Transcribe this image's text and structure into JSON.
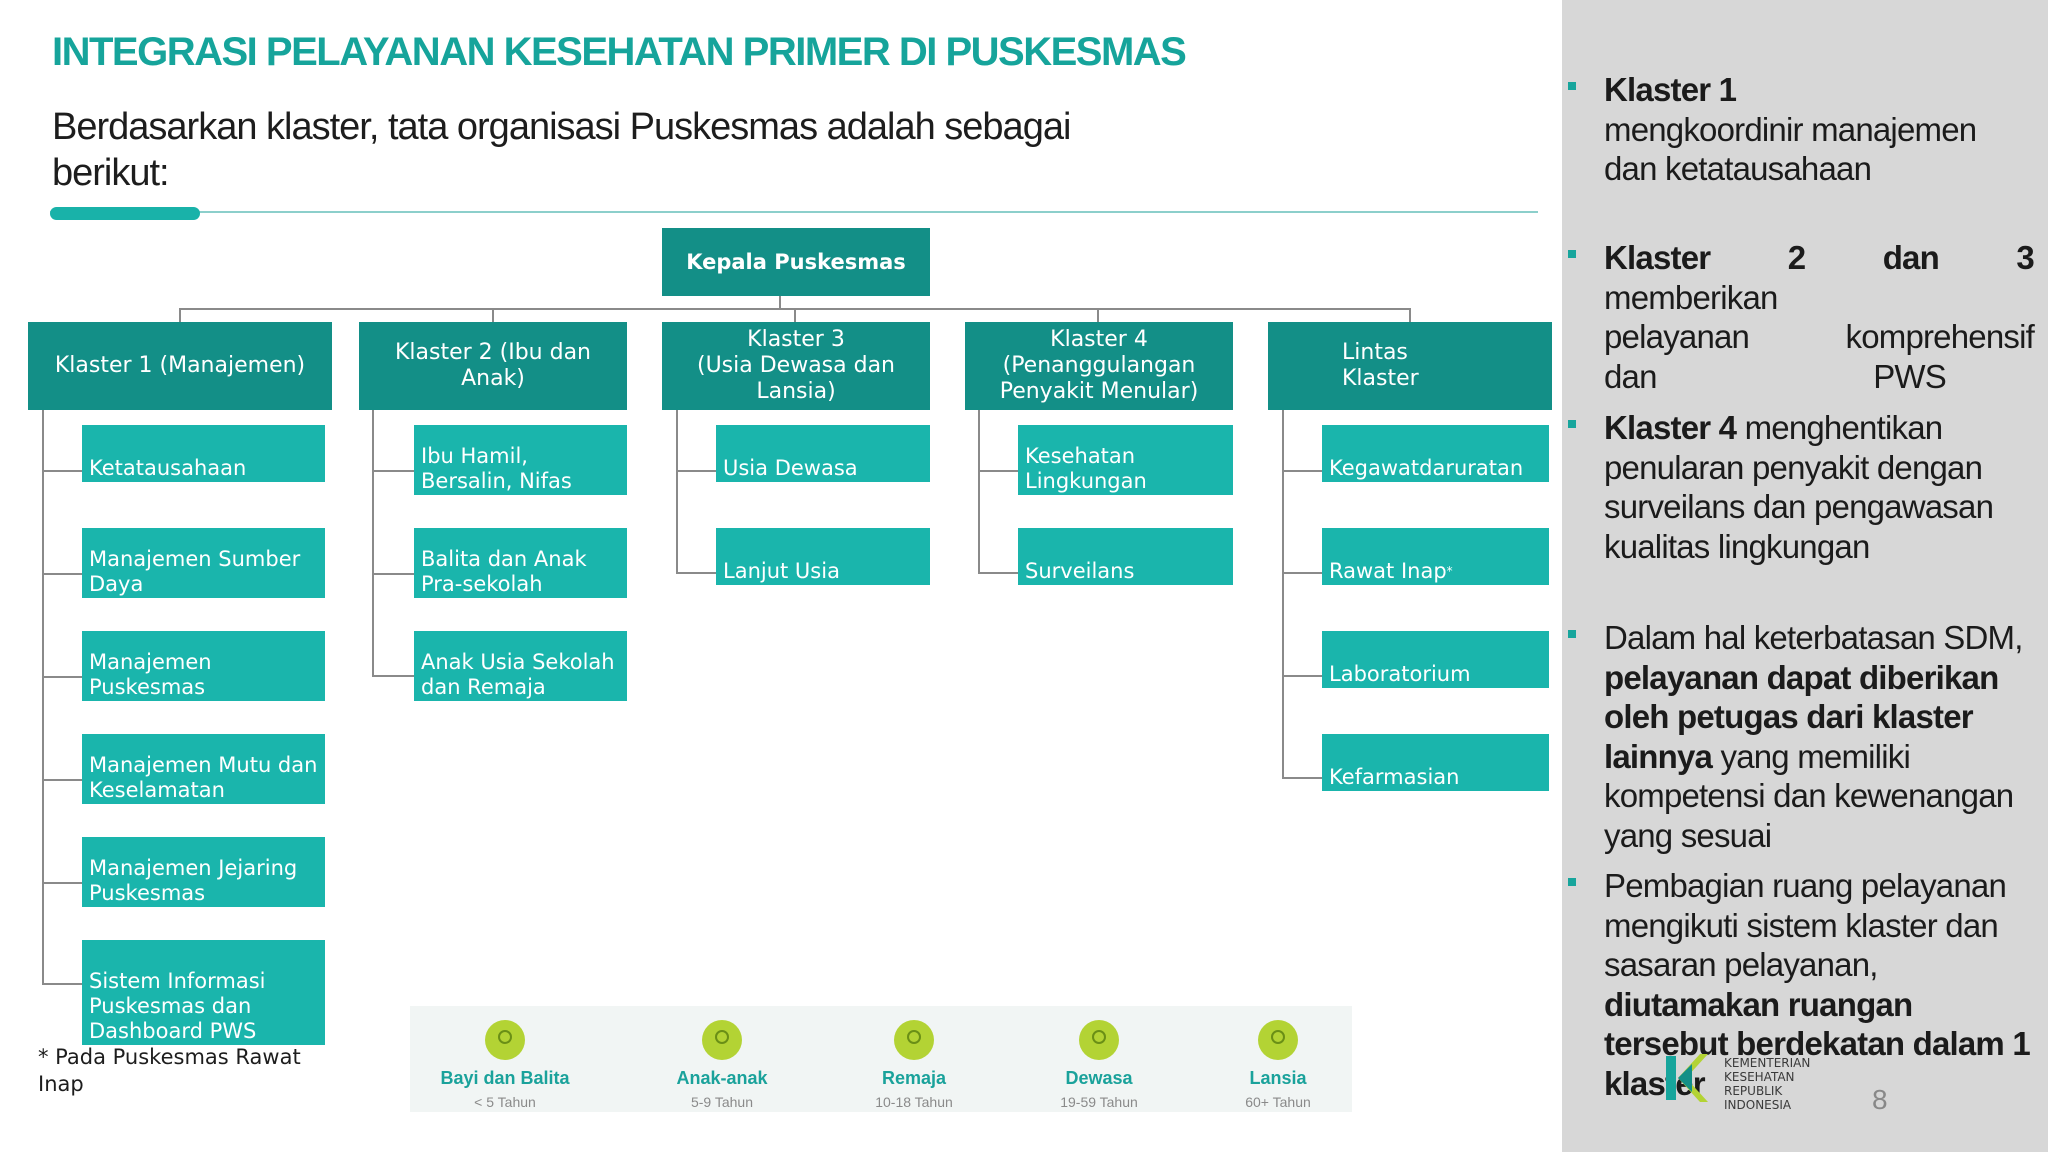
{
  "title": "INTEGRASI PELAYANAN KESEHATAN PRIMER DI PUSKESMAS",
  "subtitle": "Berdasarkan klaster, tata organisasi Puskesmas adalah sebagai berikut:",
  "org": {
    "root": "Kepala Puskesmas",
    "k1": {
      "head": "Klaster 1 (Manajemen)",
      "items": [
        "Ketatausahaan",
        "Manajemen Sumber Daya",
        "Manajemen Puskesmas",
        "Manajemen Mutu dan Keselamatan",
        "Manajemen Jejaring Puskesmas",
        "Sistem Informasi Puskesmas dan Dashboard PWS"
      ]
    },
    "k2": {
      "head": "Klaster 2 (Ibu dan Anak)",
      "items": [
        "Ibu Hamil, Bersalin, Nifas",
        "Balita dan Anak Pra-sekolah",
        "Anak Usia Sekolah dan Remaja"
      ]
    },
    "k3": {
      "head_line1": "Klaster 3",
      "head_line2": "(Usia Dewasa dan Lansia)",
      "items": [
        "Usia Dewasa",
        "Lanjut Usia"
      ]
    },
    "k4": {
      "head_line1": "Klaster 4",
      "head_line2": "(Penanggulangan Penyakit Menular)",
      "items": [
        "Kesehatan Lingkungan",
        "Surveilans"
      ]
    },
    "k5": {
      "head_line1": "Lintas",
      "head_line2": "Klaster",
      "items": [
        "Kegawatdaruratan",
        "Rawat Inap",
        "Laboratorium",
        "Kefarmasian"
      ],
      "rawat_inap_mark": "*"
    }
  },
  "footnote": "* Pada Puskesmas Rawat Inap",
  "age_groups": [
    {
      "label": "Bayi dan Balita",
      "range": "< 5 Tahun"
    },
    {
      "label": "Anak-anak",
      "range": "5-9 Tahun"
    },
    {
      "label": "Remaja",
      "range": "10-18 Tahun"
    },
    {
      "label": "Dewasa",
      "range": "19-59 Tahun"
    },
    {
      "label": "Lansia",
      "range": "60+ Tahun"
    }
  ],
  "panel": {
    "b1_bold": "Klaster 1",
    "b1_rest": "mengkoordinir manajemen dan ketatausahaan",
    "b2_l1": [
      "Klaster",
      "2",
      "dan",
      "3"
    ],
    "b2_l2": "memberikan",
    "b2_l3": [
      "pelayanan",
      "komprehensif"
    ],
    "b2_l4": [
      "dan",
      "PWS"
    ],
    "b3_bold": "Klaster 4",
    "b3_rest": " menghentikan penularan penyakit dengan surveilans dan pengawasan kualitas lingkungan",
    "b4_pre": "Dalam hal keterbatasan SDM, ",
    "b4_bold": "pelayanan dapat diberikan oleh petugas dari klaster lainnya",
    "b4_post": " yang memiliki kompetensi dan kewenangan yang sesuai",
    "b5_pre": "Pembagian ruang pelayanan mengikuti sistem klaster dan sasaran pelayanan, ",
    "b5_bold": "diutamakan ruangan tersebut berdekatan dalam 1 klaster"
  },
  "logo_text": [
    "KEMENTERIAN",
    "KESEHATAN",
    "REPUBLIK",
    "INDONESIA"
  ],
  "page_number": "8",
  "colors": {
    "title": "#16a49b",
    "head": "#138f87",
    "sub": "#1ab5ac",
    "panel": "#d7d7d7",
    "accent_icon": "#b3d334"
  }
}
